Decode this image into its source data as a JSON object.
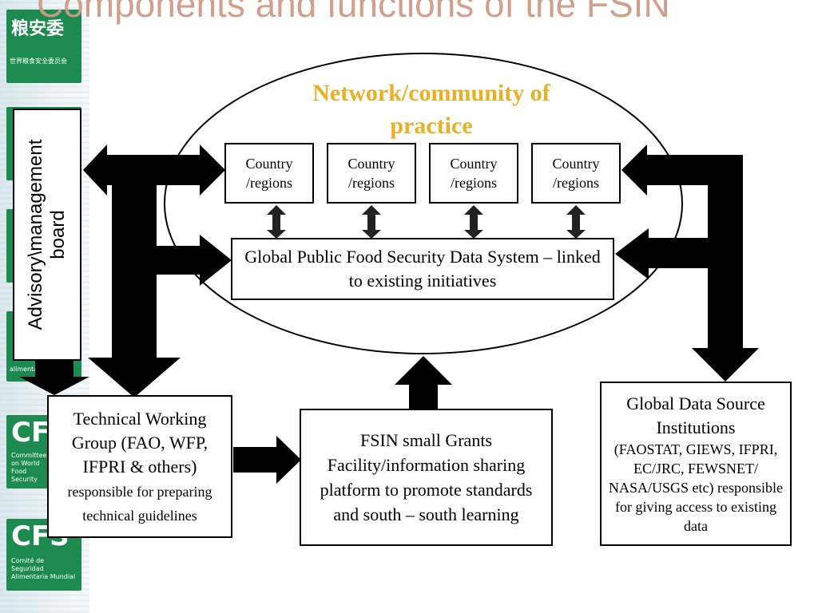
{
  "slide": {
    "title": "Components and functions of the FSIN"
  },
  "sidebar_logos": [
    {
      "big": "粮安委",
      "small": "世界粮食安全委员会",
      "color": "#1d8a4f"
    },
    {
      "big": "",
      "small": "",
      "color": "#1d8a4f"
    },
    {
      "big": "",
      "small": "",
      "color": "#1d8a4f"
    },
    {
      "big": "",
      "small": "alimentaire",
      "color": "#1d8a4f"
    },
    {
      "big": "CF",
      "small": "Committee on World Food Security",
      "color": "#1d8a4f"
    },
    {
      "big": "CFS",
      "small": "Comité de Seguridad Alimentaria Mundial",
      "color": "#1d8a4f"
    }
  ],
  "diagram": {
    "community_label": "Network/community of practice",
    "country_boxes": [
      "Country /regions",
      "Country /regions",
      "Country /regions",
      "Country /regions"
    ],
    "data_system": "Global Public Food Security Data System – linked to existing initiatives",
    "advisory_board": "Advisory\\management board",
    "technical_group": {
      "main": "Technical Working Group (FAO, WFP, IFPRI & others)",
      "detail": "responsible for preparing technical guidelines"
    },
    "grants": "FSIN  small Grants Facility/information sharing platform to promote standards and south – south learning",
    "data_sources": {
      "main": "Global Data Source Institutions",
      "detail": "(FAOSTAT, GIEWS, IFPRI, EC/JRC, FEWSNET/ NASA/USGS etc) responsible for giving access to existing data"
    },
    "colors": {
      "community_text": "#e8b023",
      "title_text": "#cf9b86",
      "arrow_fill": "#000000",
      "logo_green": "#1d8a4f"
    }
  }
}
